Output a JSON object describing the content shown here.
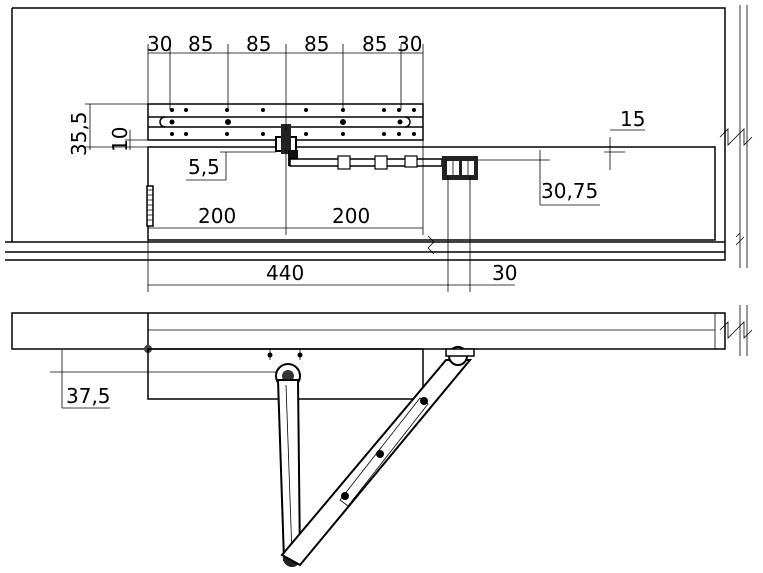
{
  "top_view": {
    "hole_spacing": {
      "d1": "30",
      "d2": "85",
      "d3": "85",
      "d4": "85",
      "d5": "85",
      "d6": "30"
    },
    "bracket_height": "35,5",
    "slot_offset": "10",
    "pivot_offset": "5,5",
    "edge_offset": "15",
    "bracket_depth": "30,75",
    "left_span": "200",
    "right_span": "200",
    "overall_length": "440",
    "bracket_width": "30"
  },
  "side_view": {
    "vertical_offset": "37,5"
  }
}
